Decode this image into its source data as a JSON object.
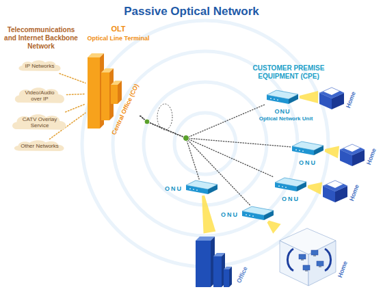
{
  "diagram": {
    "title": "Passive Optical Network",
    "nodes": [
      {
        "text": [
          "IP Networks"
        ]
      },
      {
        "text": [
          "Video/Audio over IP"
        ]
      },
      {
        "text": [
          "CATV Overlay Service"
        ]
      },
      {
        "text": [
          "Other Networks"
        ]
      },
      {
        "text": [
          "OLT",
          "Optical Line Terminal",
          "Central Office (CO)"
        ]
      },
      {
        "text": [
          "ONU",
          "Optical Network Unit"
        ]
      },
      {
        "text": [
          "Home"
        ]
      },
      {
        "text": [
          "ONU"
        ]
      },
      {
        "text": [
          "Home"
        ]
      },
      {
        "text": [
          "ONU"
        ]
      },
      {
        "text": [
          "Home"
        ]
      },
      {
        "text": [
          "ONU"
        ]
      },
      {
        "text": [
          "Office"
        ]
      },
      {
        "text": [
          "ONU"
        ]
      },
      {
        "text": [
          "Home"
        ]
      }
    ],
    "edges": [
      {
        "from": 0,
        "to": 4,
        "arrow": "none"
      },
      {
        "from": 1,
        "to": 4,
        "arrow": "none"
      },
      {
        "from": 2,
        "to": 4,
        "arrow": "none"
      },
      {
        "from": 3,
        "to": 4,
        "arrow": "none"
      },
      {
        "from": 4,
        "to": 5,
        "arrow": "none"
      },
      {
        "from": 4,
        "to": 7,
        "arrow": "none"
      },
      {
        "from": 4,
        "to": 9,
        "arrow": "none"
      },
      {
        "from": 4,
        "to": 11,
        "arrow": "none"
      },
      {
        "from": 4,
        "to": 13,
        "arrow": "none"
      },
      {
        "from": 5,
        "to": 6,
        "arrow": "none"
      },
      {
        "from": 7,
        "to": 8,
        "arrow": "none"
      },
      {
        "from": 9,
        "to": 10,
        "arrow": "none"
      },
      {
        "from": 11,
        "to": 12,
        "arrow": "none"
      },
      {
        "from": 13,
        "to": 14,
        "arrow": "none"
      }
    ],
    "labels": [
      "Telecommunications and Internet Backbone Network",
      "CUSTOMER PREMISE EQUIPMENT (CPE)"
    ]
  }
}
